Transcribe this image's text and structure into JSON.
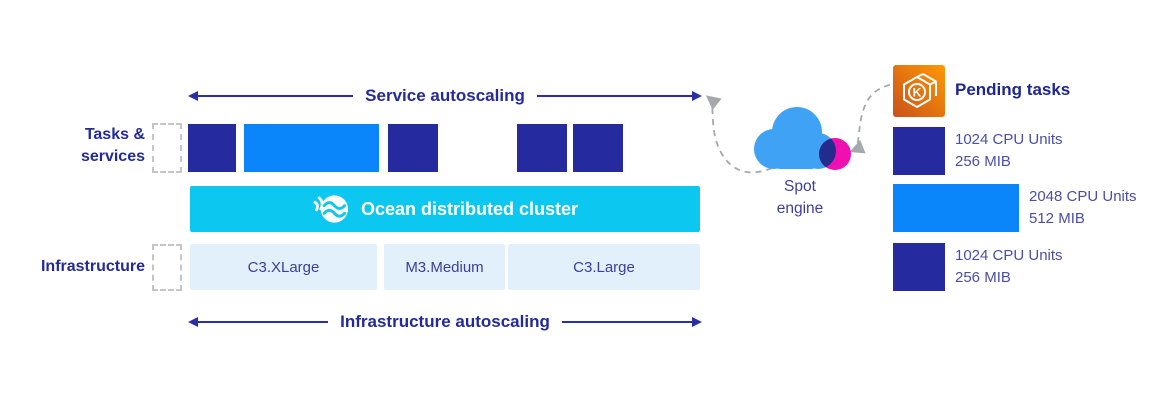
{
  "left_labels": {
    "tasks_services_line1": "Tasks &",
    "tasks_services_line2": "services",
    "infrastructure": "Infrastructure"
  },
  "service_autoscaling": {
    "label": "Service autoscaling"
  },
  "infrastructure_autoscaling": {
    "label": "Infrastructure autoscaling"
  },
  "cluster": {
    "label": "Ocean distributed cluster",
    "icon": "ocean-waves-icon"
  },
  "tasks_row": {
    "blocks": [
      {
        "color": "#252B9E",
        "size": "small"
      },
      {
        "color": "#0A85FA",
        "size": "wide"
      },
      {
        "color": "#252B9E",
        "size": "small"
      },
      {
        "color": "#252B9E",
        "size": "small"
      },
      {
        "color": "#252B9E",
        "size": "small"
      }
    ]
  },
  "infrastructure_row": {
    "instances": [
      {
        "label": "C3.XLarge"
      },
      {
        "label": "M3.Medium"
      },
      {
        "label": "C3.Large"
      }
    ]
  },
  "spot_engine": {
    "label_line1": "Spot",
    "label_line2": "engine",
    "icon": "spot-cloud-icon"
  },
  "pending_tasks": {
    "title": "Pending tasks",
    "icon": "eks-kubernetes-icon",
    "items": [
      {
        "cpu": "1024 CPU Units",
        "memory": "256 MIB",
        "color": "#252B9E",
        "size": "small"
      },
      {
        "cpu": "2048 CPU Units",
        "memory": "512 MIB",
        "color": "#0A85FA",
        "size": "large"
      },
      {
        "cpu": "1024 CPU Units",
        "memory": "256 MIB",
        "color": "#252B9E",
        "size": "small"
      }
    ]
  },
  "colors": {
    "navy_block": "#252B9E",
    "bright_blue": "#0A85FA",
    "cyan": "#0CC7F0",
    "pale_blue": "#E1F0FB",
    "magenta": "#F00FB0",
    "cloud_blue": "#3FA2F5",
    "overlap_navy": "#232C8C",
    "text_navy": "#232A99",
    "text_slate": "#4A4EA8",
    "arrow_navy": "#2B2FA5",
    "dashed_gray": "#A5A8AC",
    "orange_gradient_start": "#C8511B",
    "orange_gradient_end": "#FF9904"
  }
}
